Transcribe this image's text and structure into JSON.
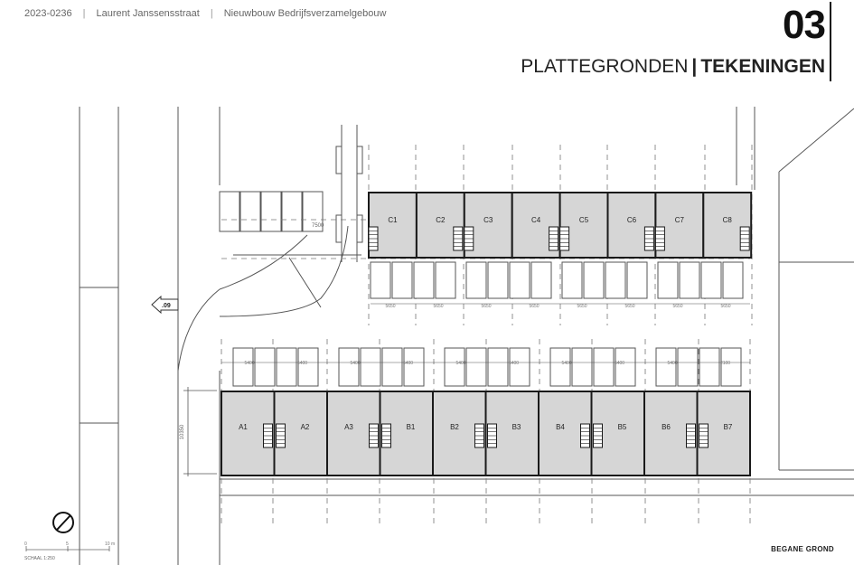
{
  "header": {
    "project_number": "2023-0236",
    "street": "Laurent Janssensstraat",
    "project_name": "Nieuwbouw Bedrijfsverzamelgebouw",
    "section_number": "03",
    "section_title_left": "PLATTEGRONDEN",
    "section_title_right": "TEKENINGEN"
  },
  "plan": {
    "floor_label": "BEGANE GROND",
    "scale_note": "SCHAAL 1:250",
    "scale_ticks": [
      "0",
      "5",
      "10 m"
    ],
    "exit_label": ".09",
    "gate_dimension": "7500",
    "height_dimension": "10350",
    "row_c": {
      "units": [
        "C1",
        "C2",
        "C3",
        "C4",
        "C5",
        "C6",
        "C7",
        "C8"
      ],
      "bay_dimensions": [
        "5650",
        "5650",
        "5650",
        "5650",
        "5650",
        "5650",
        "5650",
        "5650"
      ]
    },
    "row_ab": {
      "units": [
        "A1",
        "A2",
        "A3",
        "B1",
        "B2",
        "B3",
        "B4",
        "B5",
        "B6",
        "B7"
      ],
      "bay_dimensions": [
        "5400",
        "5400",
        "5400",
        "5400",
        "5400",
        "5400",
        "5400",
        "5400",
        "5400",
        "2100"
      ]
    }
  },
  "colors": {
    "unit_fill": "#d6d6d6",
    "wall": "#1a1a1a",
    "line": "#555555"
  }
}
